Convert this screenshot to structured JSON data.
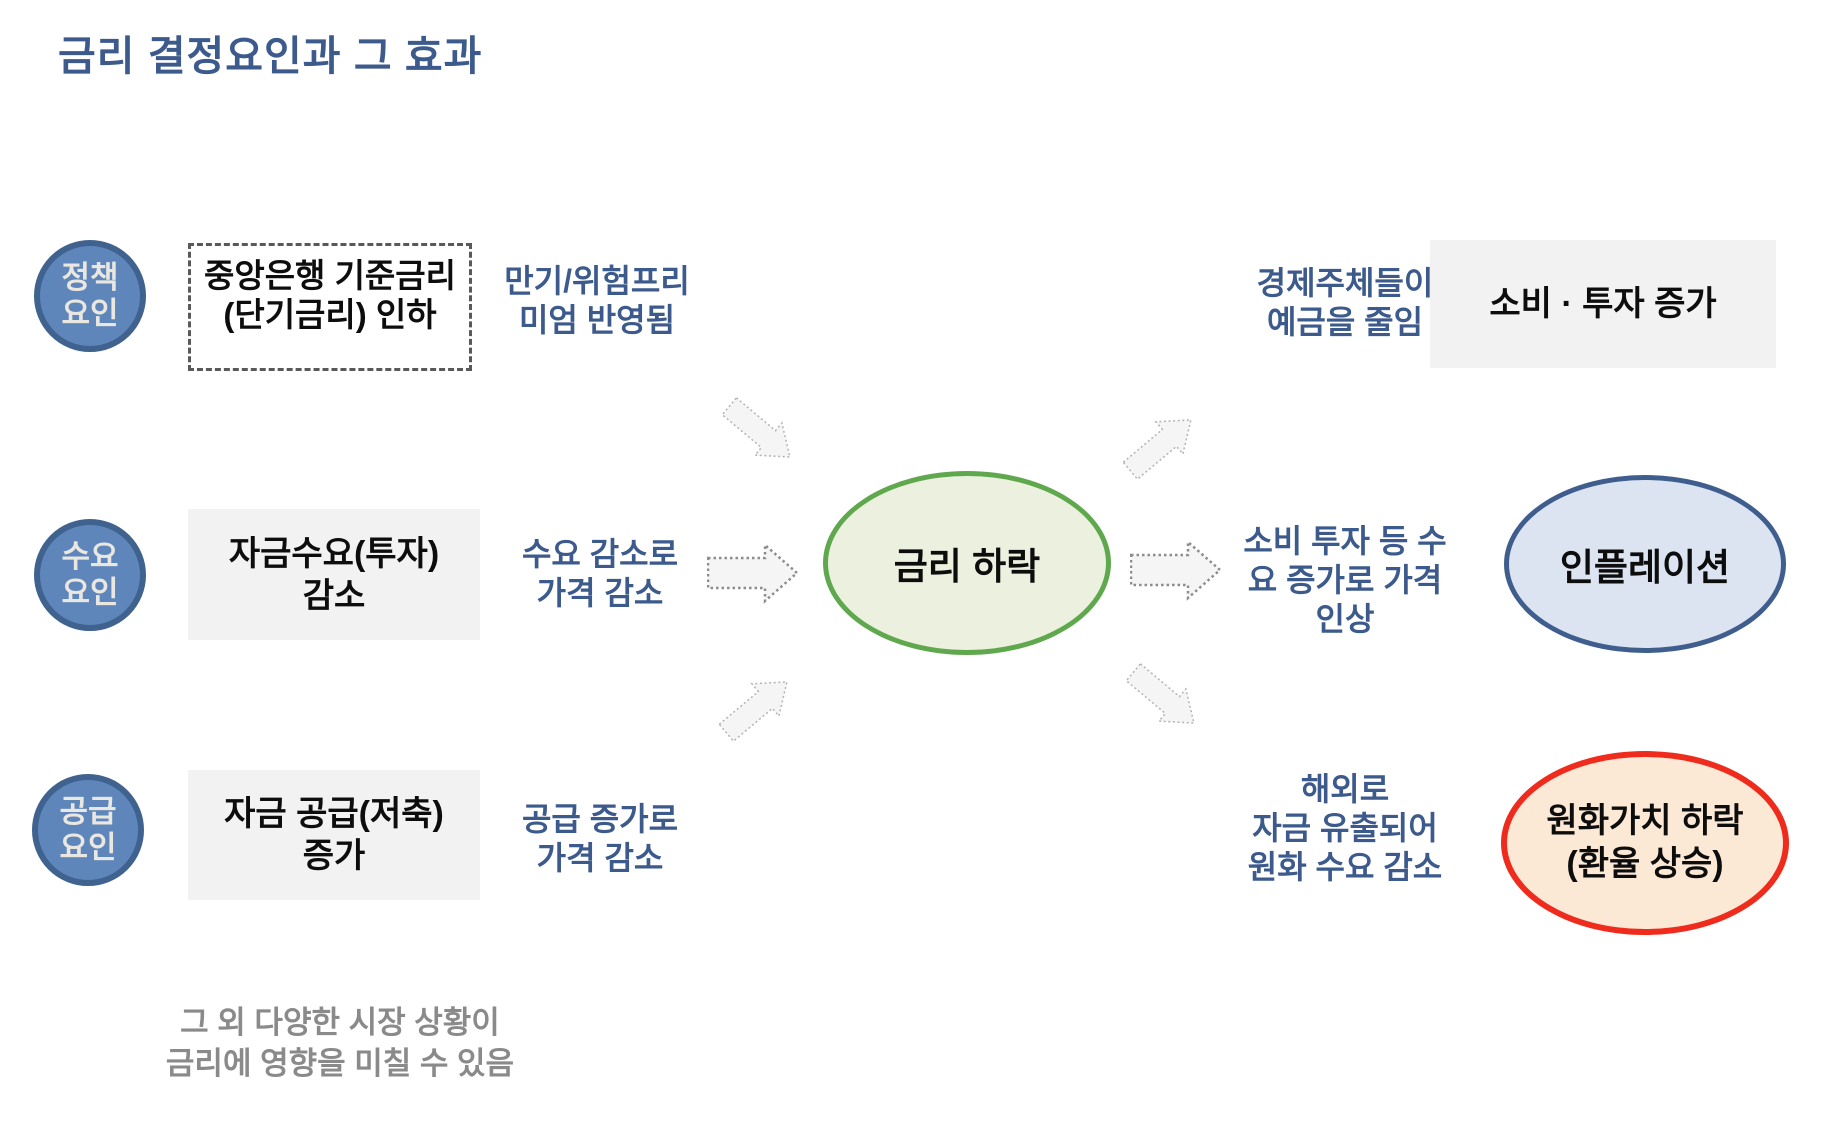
{
  "title": "금리 결정요인과 그 효과",
  "factors": [
    {
      "circle": {
        "line1": "정책",
        "line2": "요인"
      },
      "box": {
        "line1": "중앙은행 기준금리",
        "line2": "(단기금리) 인하"
      },
      "note": {
        "line1": "만기/위험프리",
        "line2": "미엄 반영됨"
      }
    },
    {
      "circle": {
        "line1": "수요",
        "line2": "요인"
      },
      "box": {
        "line1": "자금수요(투자)",
        "line2": "감소"
      },
      "note": {
        "line1": "수요 감소로",
        "line2": "가격 감소"
      }
    },
    {
      "circle": {
        "line1": "공급",
        "line2": "요인"
      },
      "box": {
        "line1": "자금 공급(저축)",
        "line2": "증가"
      },
      "note": {
        "line1": "공급 증가로",
        "line2": "가격 감소"
      }
    }
  ],
  "center": {
    "label": "금리 하락"
  },
  "effects": [
    {
      "note": {
        "line1": "경제주체들이",
        "line2": "예금을 줄임"
      },
      "result": {
        "line1": "소비 · 투자 증가"
      }
    },
    {
      "note": {
        "line1": "소비 투자 등 수",
        "line2": "요 증가로 가격",
        "line3": "인상"
      },
      "result": {
        "line1": "인플레이션"
      }
    },
    {
      "note": {
        "line1": "해외로",
        "line2": "자금 유출되어",
        "line3": "원화 수요 감소"
      },
      "result": {
        "line1": "원화가치 하락",
        "line2": "(환율 상승)"
      }
    }
  ],
  "footnote": {
    "line1": "그 외 다양한 시장 상황이",
    "line2": "금리에 영향을 미칠 수 있음"
  },
  "colors": {
    "accent_blue": "#3C5A8C",
    "circle_fill": "#5E86BB",
    "circle_border": "#40628E",
    "green_border": "#5FA84D",
    "green_fill": "#EBF1DE",
    "blue_ellipse_border": "#3F5E8E",
    "blue_ellipse_fill": "#DCE4F1",
    "red_border": "#EE2B1C",
    "red_fill": "#FBE8D5",
    "gray_box": "#F2F2F2",
    "footnote_gray": "#8A8A8A"
  }
}
